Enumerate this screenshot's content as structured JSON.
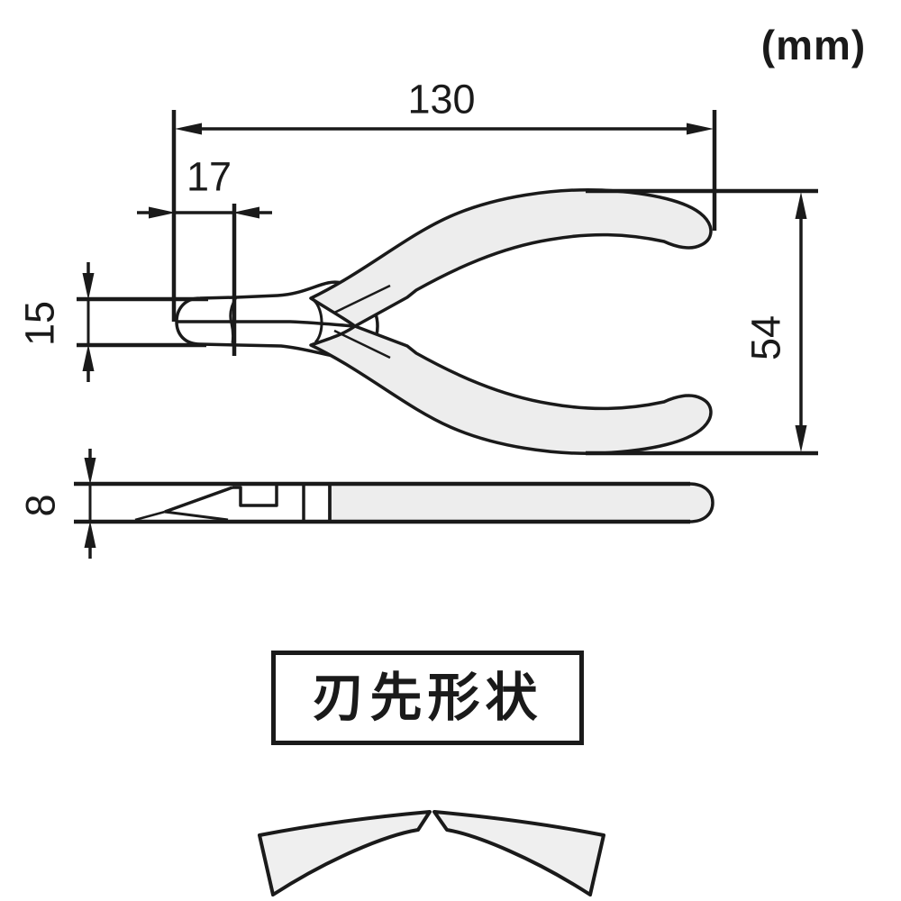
{
  "unit_label": "(mm)",
  "dimensions": {
    "overall_length": "130",
    "jaw_tip_length": "17",
    "head_width": "15",
    "handle_spread": "54",
    "body_thickness": "8"
  },
  "callout": {
    "blade_tip_shape_label": "刃先形状"
  },
  "drawing": {
    "views": [
      "top-view",
      "side-view",
      "blade-tip-shape"
    ],
    "subject": "cutting nippers dimension drawing"
  },
  "colors": {
    "line": "#1a1a1a",
    "handle_fill": "#ededed",
    "blade_fill": "#efefef",
    "background": "#ffffff"
  }
}
